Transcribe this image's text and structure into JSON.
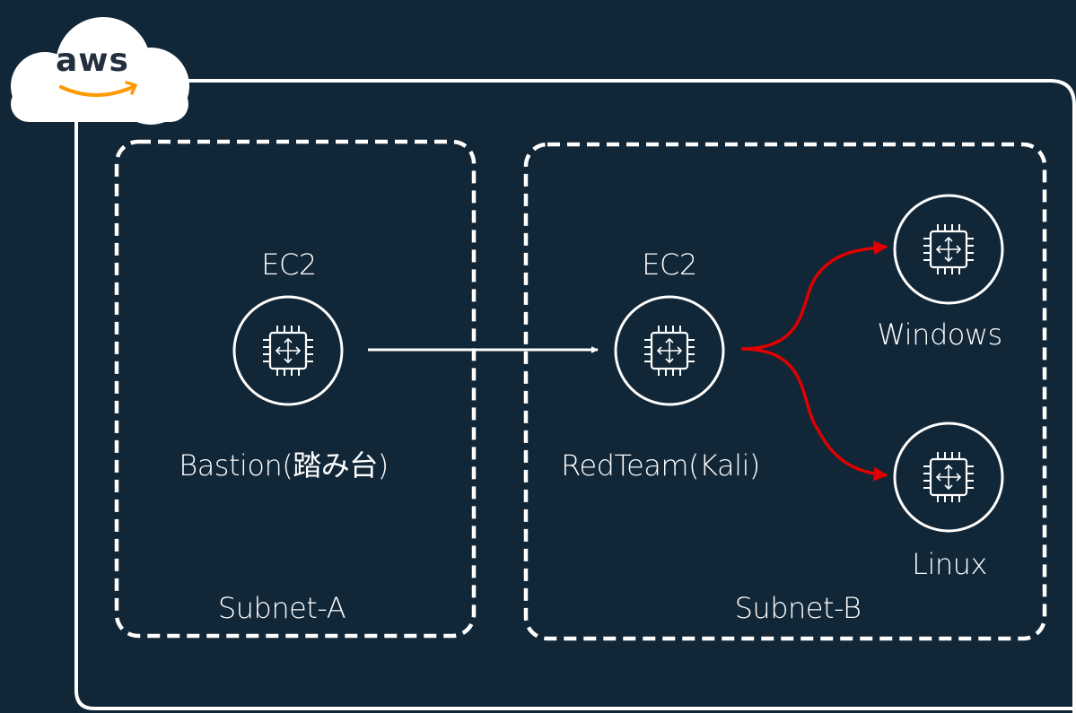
{
  "logo": {
    "text": "aws",
    "text_color": "#232f3e",
    "smile_color": "#ff9900",
    "cloud_color": "#ffffff"
  },
  "colors": {
    "background": "#112636",
    "outline": "#ffffff",
    "connection_normal": "#ffffff",
    "connection_attack": "#e00000"
  },
  "subnets": [
    {
      "id": "subnet-a",
      "label": "Subnet-A"
    },
    {
      "id": "subnet-b",
      "label": "Subnet-B"
    }
  ],
  "nodes": [
    {
      "id": "bastion",
      "icon": "ec2-instance-icon",
      "service_label": "EC2",
      "name_label": "Bastion(踏み台)"
    },
    {
      "id": "redteam",
      "icon": "ec2-instance-icon",
      "service_label": "EC2",
      "name_label": "RedTeam(Kali)"
    },
    {
      "id": "windows",
      "icon": "ec2-instance-icon",
      "name_label": "Windows"
    },
    {
      "id": "linux",
      "icon": "ec2-instance-icon",
      "name_label": "Linux"
    }
  ],
  "connections": [
    {
      "from": "bastion",
      "to": "redteam",
      "style": "normal"
    },
    {
      "from": "redteam",
      "to": "windows",
      "style": "attack"
    },
    {
      "from": "redteam",
      "to": "linux",
      "style": "attack"
    }
  ]
}
